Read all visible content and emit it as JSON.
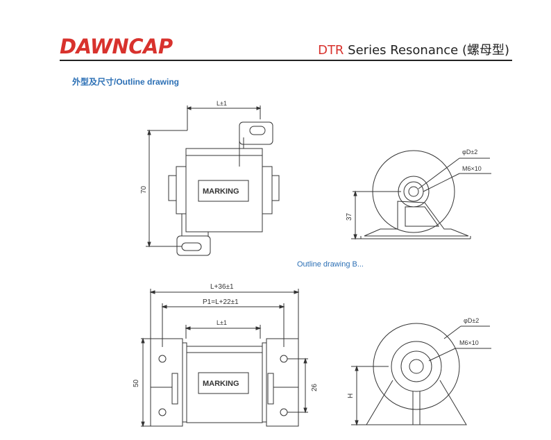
{
  "header": {
    "logo": "DAWNCAP",
    "title_prefix": "DTR",
    "title_rest": " Series Resonance (螺母型)"
  },
  "section": {
    "outline_label": "外型及尺寸/Outline drawing",
    "outline_b_label": "Outline drawing  B..."
  },
  "drawing_a": {
    "marking": "MARKING",
    "dim_length": "L±1",
    "dim_height": "70",
    "dim_37": "37",
    "dim_diameter": "φD±2",
    "dim_thread": "M6×10"
  },
  "drawing_b": {
    "marking": "MARKING",
    "dim_total": "L+36±1",
    "dim_pitch": "P1=L+22±1",
    "dim_length": "L±1",
    "dim_50": "50",
    "dim_26": "26",
    "dim_H": "H",
    "dim_diameter": "φD±2",
    "dim_thread": "M6×10"
  },
  "colors": {
    "brand_red": "#d8322d",
    "link_blue": "#2b6fb5"
  }
}
